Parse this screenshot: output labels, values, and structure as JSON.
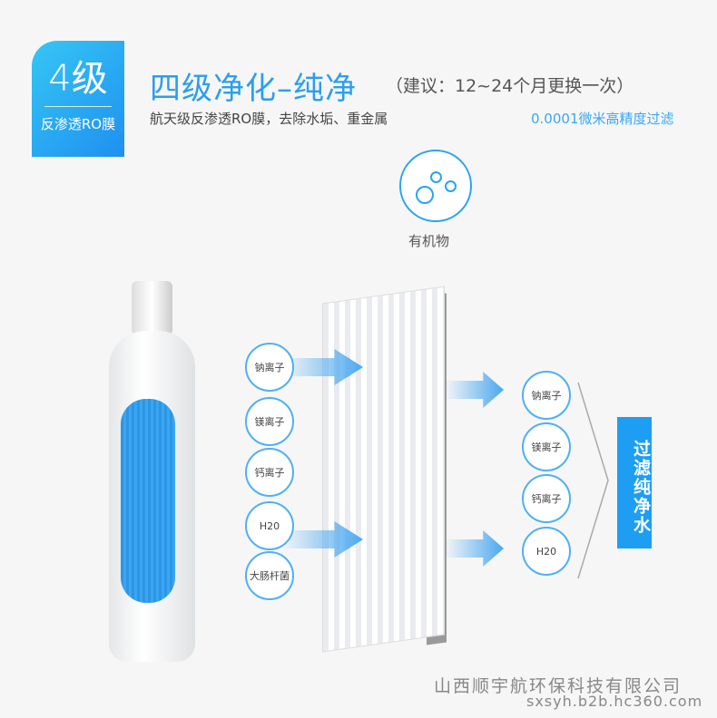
{
  "badge": {
    "level": "4级",
    "subtitle": "反渗透RO膜"
  },
  "header": {
    "title": "四级净化–纯净",
    "advice": "（建议：12~24个月更换一次）",
    "description": "航天级反渗透RO膜，去除水垢、重金属",
    "precision": "0.0001微米高精度过滤"
  },
  "organic": {
    "label": "有机物",
    "icon": "bubbles-icon"
  },
  "input_ions": [
    "钠离子",
    "镁离子",
    "钙离子",
    "H20",
    "大肠杆菌"
  ],
  "output_ions": [
    "钠离子",
    "镁离子",
    "钙离子",
    "H20"
  ],
  "result_label": "过滤纯净水",
  "footer": {
    "company": "山西顺宇航环保科技有限公司",
    "url": "sxsyh.b2b.hc360.com"
  },
  "colors": {
    "accent": "#1e9ef2"
  }
}
